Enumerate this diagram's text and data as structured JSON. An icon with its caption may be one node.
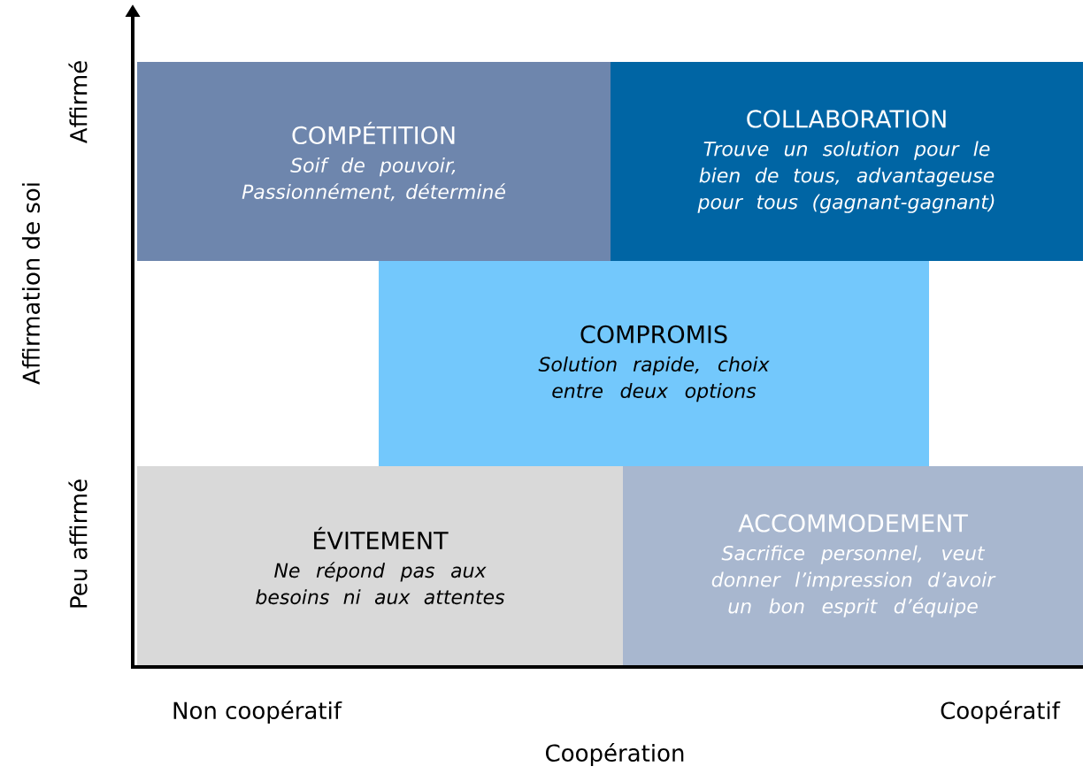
{
  "diagram": {
    "nodes": [
      {
        "text": [
          "COMPÉTITION",
          "Soif de pouvoir, Passionnément, déterminé"
        ]
      },
      {
        "text": [
          "COLLABORATION",
          "Trouve un solution pour le bien de tous, advantageuse pour tous (gagnant-gagnant)"
        ]
      },
      {
        "text": [
          "COMPROMIS",
          "Solution rapide, choix entre deux options"
        ]
      },
      {
        "text": [
          "ÉVITEMENT",
          "Ne répond pas aux besoins ni aux attentes"
        ]
      },
      {
        "text": [
          "ACCOMMODEMENT",
          "Sacrifice personnel, veut donner l’impression d’avoir un bon esprit d’équipe"
        ]
      }
    ],
    "labels": [
      "Affirmé",
      "Affirmation de soi",
      "Peu affirmé",
      "Non coopératif",
      "Coopératif",
      "Coopération"
    ]
  }
}
